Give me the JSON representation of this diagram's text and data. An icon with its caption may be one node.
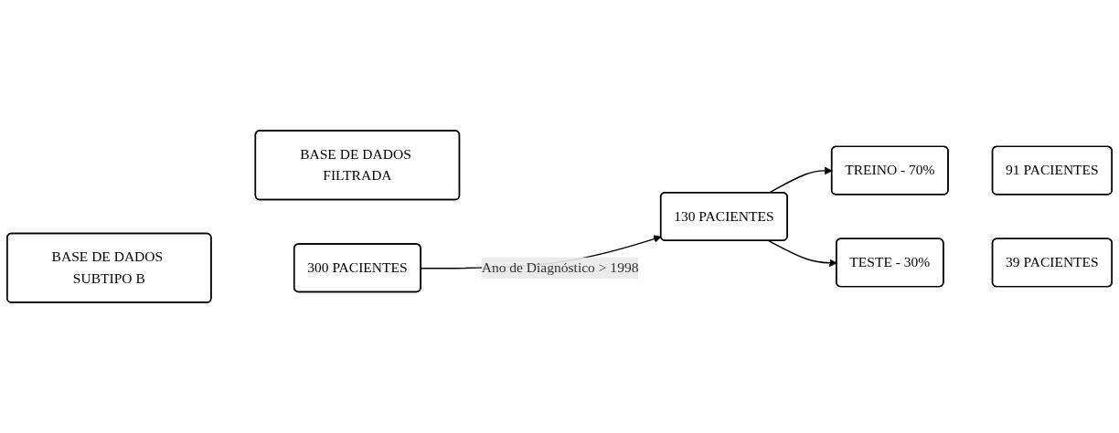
{
  "diagram": {
    "nodes": [
      {
        "text": [
          "BASE DE DADOS SUBTIPO B"
        ]
      },
      {
        "text": [
          "300 PACIENTES"
        ]
      },
      {
        "text": [
          "BASE DE DADOS FILTRADA"
        ]
      },
      {
        "text": [
          "130 PACIENTES"
        ]
      },
      {
        "text": [
          "TREINO - 70%"
        ]
      },
      {
        "text": [
          "91 PACIENTES"
        ]
      },
      {
        "text": [
          "TESTE - 30%"
        ]
      },
      {
        "text": [
          "39 PACIENTES"
        ]
      }
    ],
    "edges": [
      {
        "from": 1,
        "to": 3,
        "arrow": "to",
        "label": "Ano de Diagnóstico > 1998"
      },
      {
        "from": 3,
        "to": 4,
        "arrow": "to"
      },
      {
        "from": 3,
        "to": 6,
        "arrow": "to"
      }
    ]
  }
}
